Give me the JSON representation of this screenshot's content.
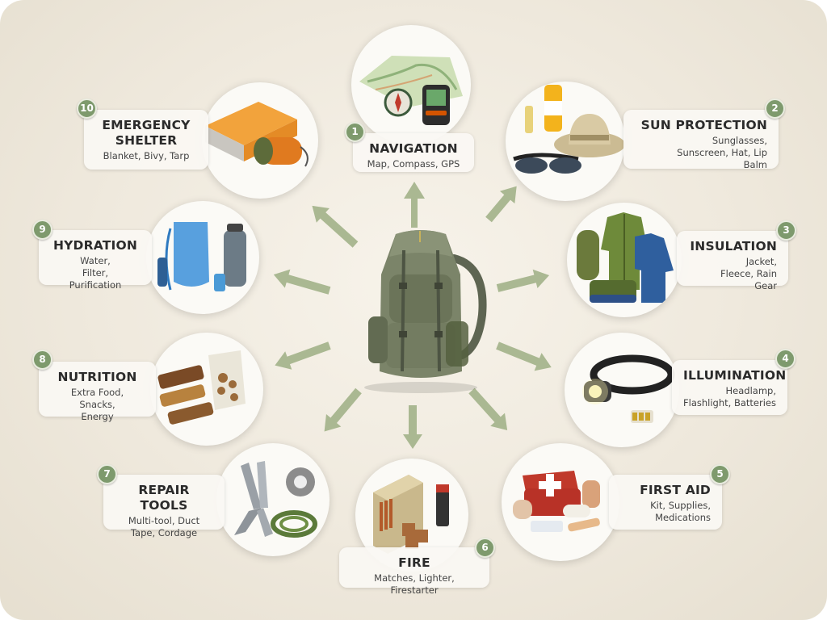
{
  "items": [
    {
      "number": "1",
      "title": "NAVIGATION",
      "subtitle": "Map, Compass, GPS",
      "icon": "map-compass-gps-icon"
    },
    {
      "number": "2",
      "title": "SUN PROTECTION",
      "subtitle": "Sunglasses, Sunscreen, Hat, Lip Balm",
      "icon": "sun-hat-icon"
    },
    {
      "number": "3",
      "title": "INSULATION",
      "subtitle": "Jacket, Fleece, Rain Gear",
      "icon": "jacket-icon"
    },
    {
      "number": "4",
      "title": "ILLUMINATION",
      "subtitle": "Headlamp, Flashlight, Batteries",
      "icon": "headlamp-icon"
    },
    {
      "number": "5",
      "title": "FIRST AID",
      "subtitle": "Kit, Supplies, Medications",
      "icon": "first-aid-kit-icon"
    },
    {
      "number": "6",
      "title": "FIRE",
      "subtitle": "Matches, Lighter, Firestarter",
      "icon": "matches-lighter-icon"
    },
    {
      "number": "7",
      "title": "REPAIR TOOLS",
      "subtitle": "Multi-tool, Duct Tape, Cordage",
      "icon": "multitool-icon"
    },
    {
      "number": "8",
      "title": "NUTRITION",
      "subtitle": "Extra Food, Snacks, Energy",
      "icon": "snack-bars-icon"
    },
    {
      "number": "9",
      "title": "HYDRATION",
      "subtitle": "Water, Filter, Purification",
      "icon": "water-bottle-icon"
    },
    {
      "number": "10",
      "title": "EMERGENCY SHELTER",
      "subtitle": "Blanket, Bivy, Tarp",
      "icon": "emergency-blanket-icon"
    }
  ],
  "center": {
    "icon": "backpack-icon"
  },
  "colors": {
    "badge": "#7e9a6d",
    "arrow": "#a4b48c",
    "background": "#efe9dd"
  }
}
